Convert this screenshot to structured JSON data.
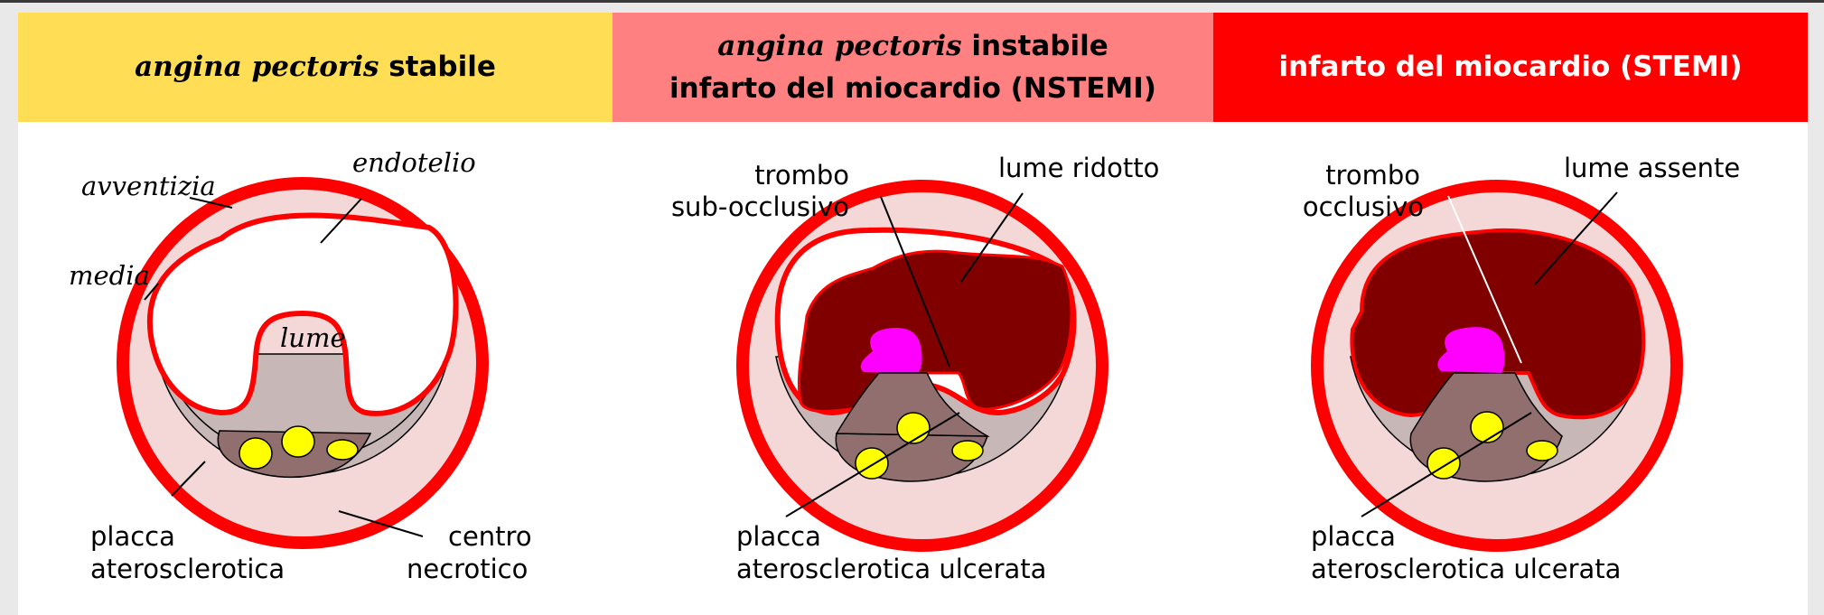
{
  "headers": {
    "stable": {
      "italic": "angina pectoris",
      "rest": " stabile"
    },
    "unstable": {
      "line1_italic": "angina pectoris",
      "line1_rest": " instabile",
      "line2": "infarto del miocardio (NSTEMI)"
    },
    "stemi": {
      "text": "infarto del miocardio (STEMI)"
    }
  },
  "panel1": {
    "avventizia": "avventizia",
    "endotelio": "endotelio",
    "media": "media",
    "lume": "lume",
    "placca_1": "placca",
    "placca_2": "aterosclerotica",
    "centro_1": "centro",
    "centro_2": "necrotico"
  },
  "panel2": {
    "trombo_1": "trombo",
    "trombo_2": "sub-occlusivo",
    "lume": "lume ridotto",
    "placca_1": "placca",
    "placca_2": "aterosclerotica ulcerata"
  },
  "panel3": {
    "trombo_1": "trombo",
    "trombo_2": "occlusivo",
    "lume": "lume assente",
    "placca_1": "placca",
    "placca_2": "aterosclerotica ulcerata"
  },
  "colors": {
    "stable_header": "#ffdd55",
    "unstable_header": "#ff8080",
    "stemi_header": "#ff0000",
    "vessel_wall": "#ff0000",
    "media": "#f4d7d7",
    "plaque": "#c8b7b7",
    "necrotic_core": "#916f6f",
    "lipid": "#ffff00",
    "thrombus": "#800000",
    "ulcer": "#ff00ff"
  }
}
